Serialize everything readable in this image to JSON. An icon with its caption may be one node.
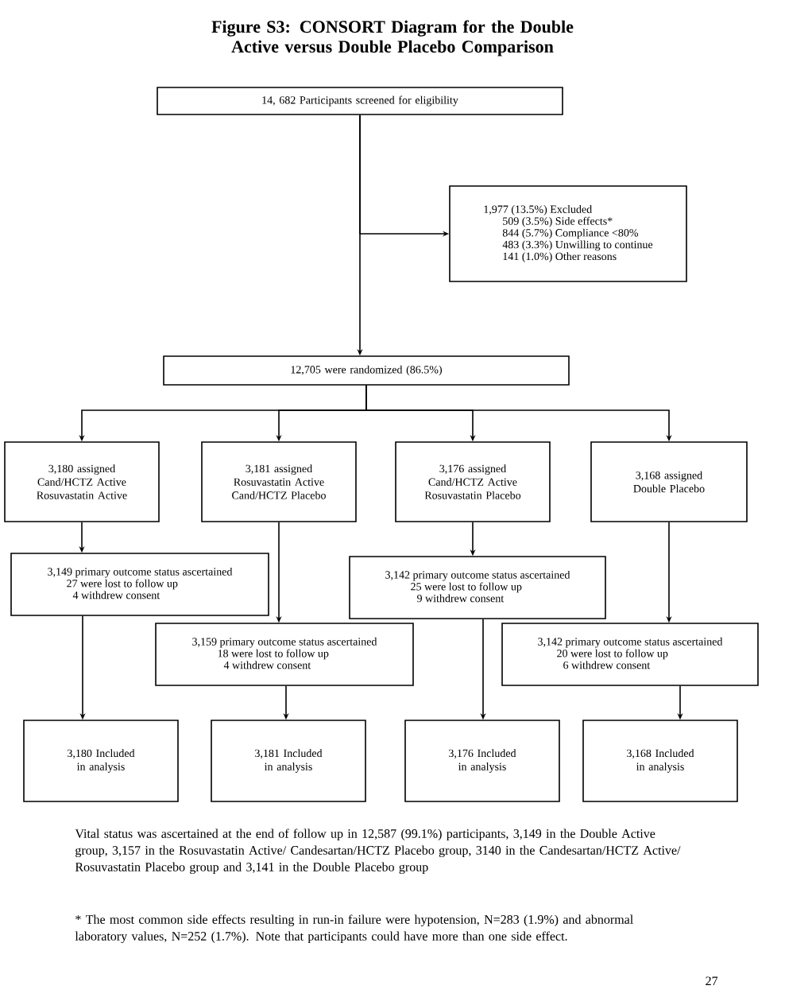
{
  "diagram": {
    "title": "Figure S3: CONSORT Diagram for the Double Active versus Double Placebo Comparison",
    "nodes": [
      {
        "text": [
          "14, 682 Participants screened for eligibility"
        ]
      },
      {
        "text": [
          "1,977 (13.5%) Excluded",
          "509 (3.5%) Side effects*",
          "844 (5.7%) Compliance <80%",
          "483 (3.3%) Unwilling to continue",
          "141 (1.0%) Other reasons"
        ]
      },
      {
        "text": [
          "12,705 were randomized (86.5%)"
        ]
      },
      {
        "text": [
          "3,180 assigned Cand/HCTZ Active Rosuvastatin Active"
        ]
      },
      {
        "text": [
          "3,181 assigned Rosuvastatin Active Cand/HCTZ Placebo"
        ]
      },
      {
        "text": [
          "3,176 assigned Cand/HCTZ Active Rosuvastatin Placebo"
        ]
      },
      {
        "text": [
          "3,168 assigned Double Placebo"
        ]
      },
      {
        "text": [
          "3,149 primary outcome status ascertained",
          "27 were lost to follow up",
          "4 withdrew consent"
        ]
      },
      {
        "text": [
          "3,159 primary outcome status ascertained",
          "18 were lost to follow up",
          "4 withdrew consent"
        ]
      },
      {
        "text": [
          "3,142 primary outcome status ascertained",
          "25 were lost to follow up",
          "9 withdrew consent"
        ]
      },
      {
        "text": [
          "3,142 primary outcome status ascertained",
          "20 were lost to follow up",
          "6 withdrew consent"
        ]
      },
      {
        "text": [
          "3,180 Included in analysis"
        ]
      },
      {
        "text": [
          "3,181 Included in analysis"
        ]
      },
      {
        "text": [
          "3,176 Included in analysis"
        ]
      },
      {
        "text": [
          "3,168 Included in analysis"
        ]
      }
    ],
    "edges": [
      {
        "from": 0,
        "to": 2,
        "arrow": "to"
      },
      {
        "from": 0,
        "to": 1,
        "arrow": "to"
      },
      {
        "from": 2,
        "to": 3,
        "arrow": "to"
      },
      {
        "from": 2,
        "to": 4,
        "arrow": "to"
      },
      {
        "from": 2,
        "to": 5,
        "arrow": "to"
      },
      {
        "from": 2,
        "to": 6,
        "arrow": "to"
      },
      {
        "from": 3,
        "to": 7,
        "arrow": "to"
      },
      {
        "from": 4,
        "to": 8,
        "arrow": "to"
      },
      {
        "from": 5,
        "to": 9,
        "arrow": "to"
      },
      {
        "from": 6,
        "to": 10,
        "arrow": "to"
      },
      {
        "from": 7,
        "to": 11,
        "arrow": "to"
      },
      {
        "from": 8,
        "to": 12,
        "arrow": "to"
      },
      {
        "from": 9,
        "to": 13,
        "arrow": "to"
      },
      {
        "from": 10,
        "to": 14,
        "arrow": "to"
      }
    ],
    "labels": [
      "Vital status was ascertained at the end of follow up in 12,587 (99.1%) participants, 3,149 in the Double Active group, 3,157 in the Rosuvastatin Active/ Candesartan/HCTZ Placebo group, 3140 in the Candesartan/HCTZ Active/  Rosuvastatin Placebo group and 3,141 in the Double Placebo group",
      "* The most common side effects resulting in run-in failure were hypotension, N=283 (1.9%) and abnormal laboratory values, N=252 (1.7%). Note that participants could have more than one side effect.",
      "27"
    ]
  }
}
